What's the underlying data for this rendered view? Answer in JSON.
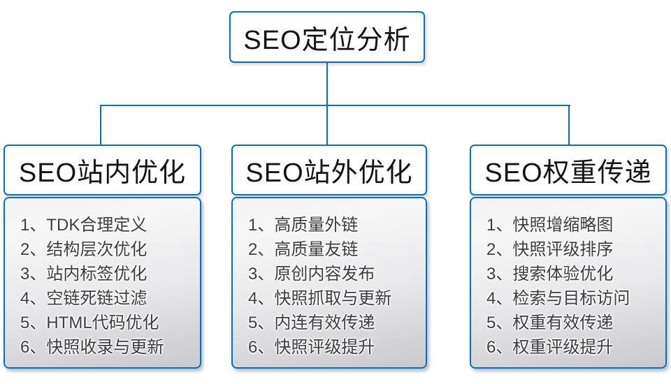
{
  "colors": {
    "accent_blue": "#0a6ebd",
    "header_text": "#141414",
    "list_text": "#3d3d3f",
    "list_gradient_top": "#f7f7f8",
    "list_gradient_bottom": "#c9c9cc"
  },
  "root": {
    "title": "SEO定位分析"
  },
  "branches": [
    {
      "title": "SEO站内优化",
      "items": [
        "1、TDK合理定义",
        "2、结构层次优化",
        "3、站内标签优化",
        "4、空链死链过滤",
        "5、HTML代码优化",
        "6、快照收录与更新"
      ]
    },
    {
      "title": "SEO站外优化",
      "items": [
        "1、高质量外链",
        "2、高质量友链",
        "3、原创内容发布",
        "4、快照抓取与更新",
        "5、内连有效传递",
        "6、快照评级提升"
      ]
    },
    {
      "title": "SEO权重传递",
      "items": [
        "1、快照增缩略图",
        "2、快照评级排序",
        "3、搜索体验优化",
        "4、检索与目标访问",
        "5、权重有效传递",
        "6、权重评级提升"
      ]
    }
  ]
}
